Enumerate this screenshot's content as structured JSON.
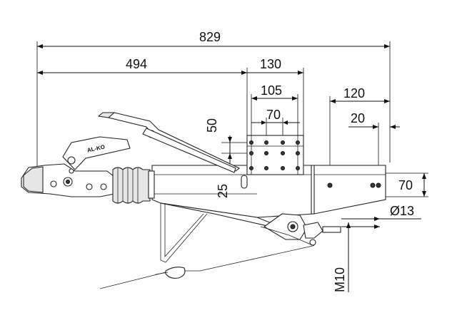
{
  "dimensions": {
    "overall_length": "829",
    "coupling_to_flange": "494",
    "flange_width": "130",
    "flange_hole_span_outer": "105",
    "flange_hole_span_inner": "70",
    "flange_hole_vertical_top": "50",
    "flange_hole_vertical_bottom": "25",
    "rear_span": "120",
    "rear_offset": "20",
    "rear_hole_vertical": "70",
    "hole_diameter": "Ø13",
    "cable_thread": "M10"
  },
  "brand_text": "AL-KO",
  "colors": {
    "line": "#111111",
    "bellows": "#e6e6e6",
    "background": "#ffffff"
  }
}
